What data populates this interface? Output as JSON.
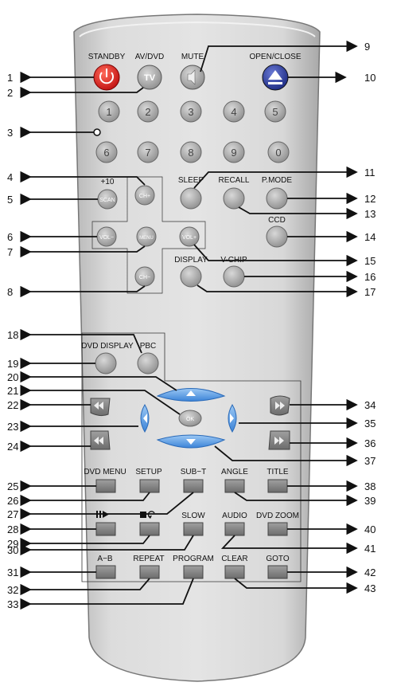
{
  "top_labels": {
    "standby": "STANDBY",
    "av_dvd": "AV/DVD",
    "mute": "MUTE",
    "open_close": "OPEN/CLOSE",
    "plus10": "+10",
    "sleep": "SLEEP",
    "recall": "RECALL",
    "pmode": "P.MODE",
    "ccd": "CCD",
    "display": "DISPLAY",
    "vchip": "V-CHIP"
  },
  "button_text": {
    "tv": "TV",
    "scan": "SCAN",
    "ch_plus": "CH+",
    "ch_minus": "CH−",
    "vol_minus": "VOL−",
    "vol_plus": "VOL+",
    "menu": "MENU",
    "ok": "OK"
  },
  "digits": [
    "1",
    "2",
    "3",
    "4",
    "5",
    "6",
    "7",
    "8",
    "9",
    "0"
  ],
  "lower_labels": {
    "dvd_display": "DVD DISPLAY",
    "pbc": "PBC",
    "dvd_menu": "DVD MENU",
    "setup": "SETUP",
    "subt": "SUB−T",
    "angle": "ANGLE",
    "title": "TITLE",
    "slow": "SLOW",
    "audio": "AUDIO",
    "dvd_zoom": "DVD ZOOM",
    "ab": "A−B",
    "repeat": "REPEAT",
    "program": "PROGRAM",
    "clear": "CLEAR",
    "goto": "GOTO"
  },
  "callouts": [
    "1",
    "2",
    "3",
    "4",
    "5",
    "6",
    "7",
    "8",
    "9",
    "10",
    "11",
    "12",
    "13",
    "14",
    "15",
    "16",
    "17",
    "18",
    "19",
    "20",
    "21",
    "22",
    "23",
    "24",
    "25",
    "26",
    "27",
    "28",
    "29",
    "30",
    "31",
    "32",
    "33",
    "34",
    "35",
    "36",
    "37",
    "38",
    "39",
    "40",
    "41",
    "42",
    "43"
  ],
  "colors": {
    "body": "#d6d6d6",
    "button": "#a9a9a9",
    "standby": "#e02020",
    "open_close": "#2a3a9a",
    "nav": "#5a9ee6"
  }
}
